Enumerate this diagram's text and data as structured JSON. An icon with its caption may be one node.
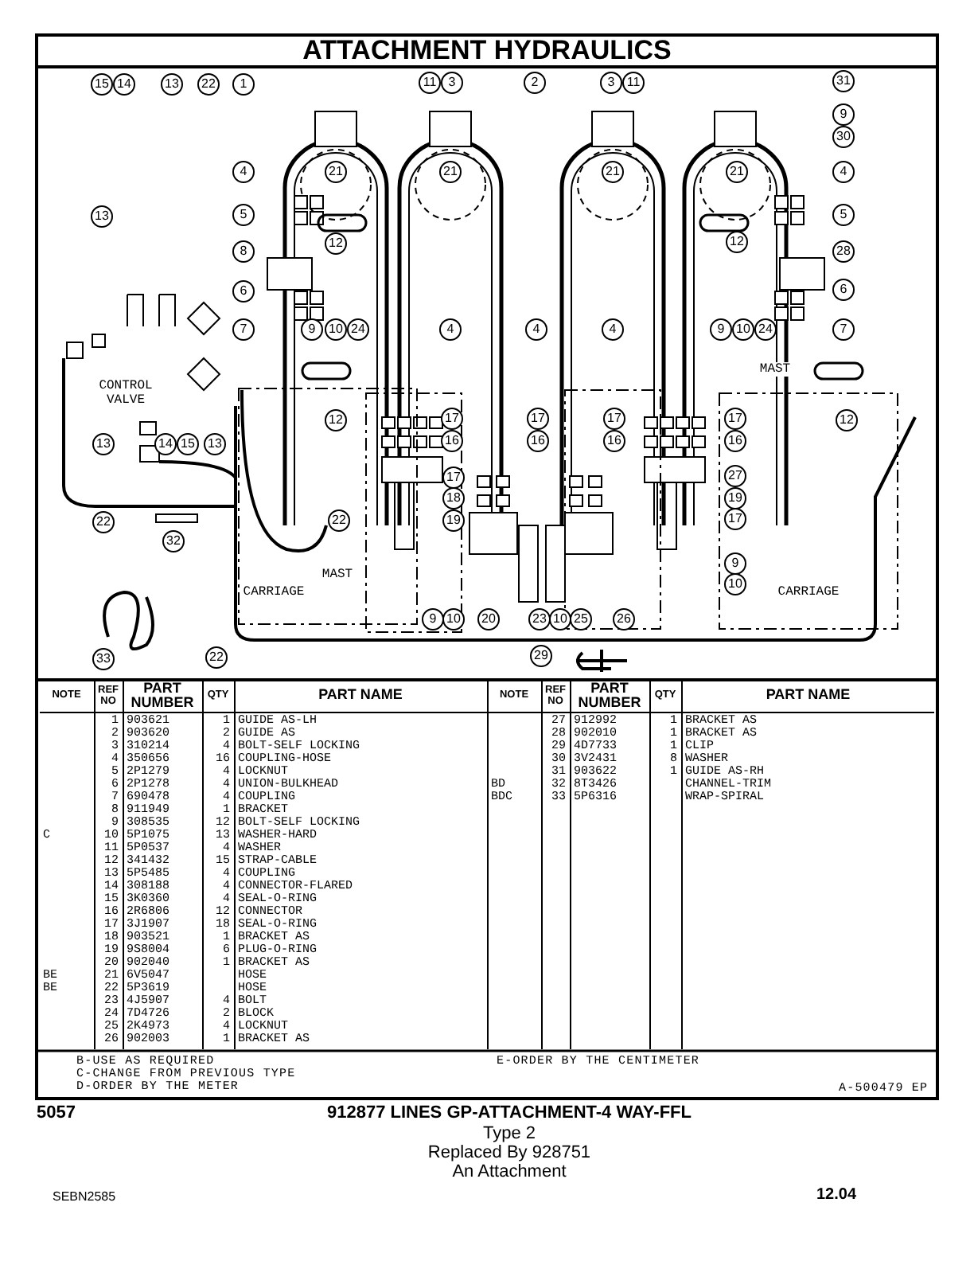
{
  "diagram": {
    "title": "ATTACHMENT HYDRAULICS",
    "labels": [
      "15",
      "14",
      "13",
      "22",
      "1",
      "11",
      "3",
      "2",
      "3",
      "11",
      "31",
      "9",
      "30",
      "4",
      "21",
      "21",
      "21",
      "21",
      "4",
      "13",
      "5",
      "5",
      "12",
      "12",
      "8",
      "28",
      "6",
      "6",
      "7",
      "9",
      "10",
      "24",
      "4",
      "4",
      "4",
      "9",
      "10",
      "24",
      "7",
      "13",
      "14",
      "15",
      "13",
      "12",
      "17",
      "16",
      "17",
      "16",
      "17",
      "16",
      "17",
      "16",
      "12",
      "17",
      "27",
      "18",
      "19",
      "22",
      "32",
      "22",
      "19",
      "17",
      "9",
      "10",
      "9",
      "10",
      "20",
      "23",
      "10",
      "25",
      "26",
      "33",
      "22",
      "29",
      "MAST",
      "CONTROL VALVE",
      "MAST",
      "CARRIAGE",
      "CARRIAGE",
      "NOTE",
      "REF NO",
      "PART NUMBER",
      "QTY",
      "PART NAME",
      "NOTE",
      "REF NO",
      "PART NUMBER",
      "QTY",
      "PART NAME",
      "1",
      "903621",
      "1",
      "GUIDE AS-LH",
      "27",
      "912992",
      "1",
      "BRACKET AS",
      "2",
      "903620",
      "2",
      "GUIDE AS",
      "28",
      "902010",
      "1",
      "BRACKET AS",
      "3",
      "310214",
      "4",
      "BOLT-SELF LOCKING",
      "29",
      "4D7733",
      "1",
      "CLIP",
      "4",
      "350656",
      "16",
      "COUPLING-HOSE",
      "30",
      "3V2431",
      "8",
      "WASHER",
      "5",
      "2P1279",
      "4",
      "LOCKNUT",
      "31",
      "903622",
      "1",
      "GUIDE AS-RH",
      "6",
      "2P1278",
      "4",
      "UNION-BULKHEAD",
      "BD",
      "32",
      "8T3426",
      "CHANNEL-TRIM",
      "7",
      "690478",
      "4",
      "COUPLING",
      "BDC",
      "33",
      "5P6316",
      "WRAP-SPIRAL",
      "8",
      "911949",
      "1",
      "BRACKET",
      "9",
      "308535",
      "12",
      "BOLT-SELF LOCKING",
      "C",
      "10",
      "5P1075",
      "13",
      "WASHER-HARD",
      "11",
      "5P0537",
      "4",
      "WASHER",
      "12",
      "341432",
      "15",
      "STRAP-CABLE",
      "13",
      "5P5485",
      "4",
      "COUPLING",
      "14",
      "308188",
      "4",
      "CONNECTOR-FLARED",
      "15",
      "3K0360",
      "4",
      "SEAL-O-RING",
      "16",
      "2R6806",
      "12",
      "CONNECTOR",
      "17",
      "3J1907",
      "18",
      "SEAL-O-RING",
      "18",
      "903521",
      "1",
      "BRACKET AS",
      "19",
      "9S8004",
      "6",
      "PLUG-O-RING",
      "20",
      "902040",
      "1",
      "BRACKET AS",
      "BE",
      "21",
      "6V5047",
      "HOSE",
      "BE",
      "22",
      "5P3619",
      "HOSE",
      "23",
      "4J5907",
      "4",
      "BOLT",
      "24",
      "7D4726",
      "2",
      "BLOCK",
      "25",
      "2K4973",
      "4",
      "LOCKNUT",
      "26",
      "902003",
      "1",
      "BRACKET AS",
      "B-USE AS REQUIRED",
      "C-CHANGE FROM PREVIOUS TYPE",
      "D-ORDER BY THE METER",
      "E-ORDER BY THE CENTIMETER",
      "A-500479 EP",
      "5057",
      "912877 LINES GP-ATTACHMENT-4 WAY-FFL",
      "Type 2",
      "Replaced By 928751",
      "An Attachment",
      "SEBN2585",
      "12.04"
    ]
  }
}
